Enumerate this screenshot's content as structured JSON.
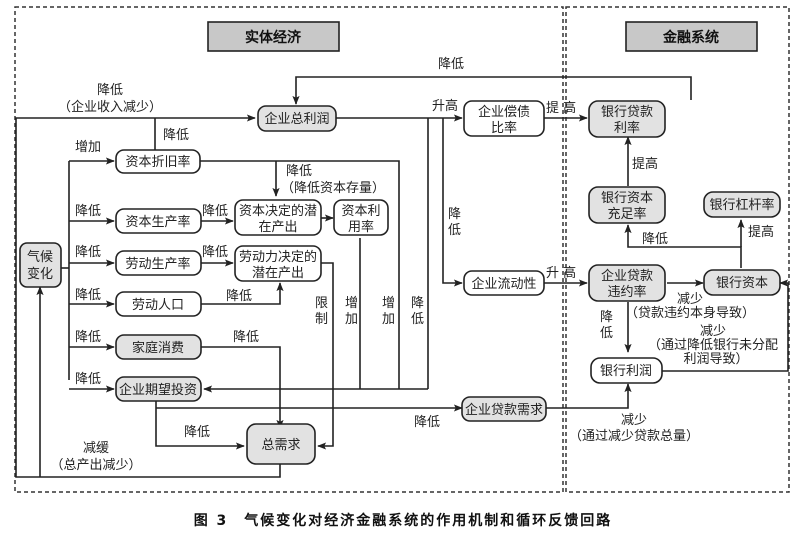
{
  "sections": {
    "real_economy": "实体经济",
    "financial_system": "金融系统"
  },
  "nodes": {
    "climate_change": [
      "气候",
      "变化"
    ],
    "total_profit": "企业总利润",
    "depreciation": "资本折旧率",
    "capital_productivity": "资本生产率",
    "capital_potential_output": [
      "资本决定的潜",
      "在产出"
    ],
    "capital_utilization": [
      "资本利",
      "用率"
    ],
    "labor_productivity": "劳动生产率",
    "labor_potential_output": [
      "劳动力决定的",
      "潜在产出"
    ],
    "labor_population": "劳动人口",
    "household_consumption": "家庭消费",
    "expected_investment": "企业期望投资",
    "aggregate_demand": "总需求",
    "debt_ratio": [
      "企业偿债",
      "比率"
    ],
    "liquidity": "企业流动性",
    "loan_demand": "企业贷款需求",
    "bank_loan_rate": [
      "银行贷款",
      "利率"
    ],
    "capital_adequacy": [
      "银行资本",
      "充足率"
    ],
    "bank_leverage": "银行杠杆率",
    "default_rate": [
      "企业贷款",
      "违约率"
    ],
    "bank_capital": "银行资本",
    "bank_profit": "银行利润"
  },
  "edge_labels": {
    "income_drop": [
      "降低",
      "（企业收入减少）"
    ],
    "loan_rate_to_profit": "降低",
    "profit_to_depreciation": "降低",
    "climate_to_depreciation": "增加",
    "climate_to_capital_prod": "降低",
    "climate_to_labor_prod": "降低",
    "climate_to_labor_pop": "降低",
    "climate_to_household": "降低",
    "climate_to_investment": "降低",
    "capital_stock": [
      "降低",
      "（降低资本存量）"
    ],
    "capital_prod_to_output": "降低",
    "labor_prod_to_output": "降低",
    "labor_pop_to_output": "降低",
    "household_to_demand": "降低",
    "limit": [
      "限",
      "制"
    ],
    "increase1": [
      "增",
      "加"
    ],
    "increase2": [
      "增",
      "加"
    ],
    "decrease_v": [
      "降",
      "低"
    ],
    "rise1": "升高",
    "rise_liquidity": [
      "降",
      "低"
    ],
    "raise_rate": "提 高",
    "rise2": "升 高",
    "investment_to_demand": "降低",
    "investment_to_loan": "降低",
    "slowdown": [
      "减缓",
      "（总产出减少）"
    ],
    "adequacy_to_rate": "提高",
    "capital_to_adequacy": "降低",
    "capital_to_leverage": "提高",
    "default_to_capital": [
      "减少",
      "（贷款违约本身导致）"
    ],
    "default_to_profit": [
      "降",
      "低"
    ],
    "profit_to_capital": [
      "减少",
      "（通过降低银行未分配",
      "利润导致）"
    ],
    "loan_to_profit": [
      "减少",
      "（通过减少贷款总量）"
    ]
  },
  "caption": "图 3　气候变化对经济金融系统的作用机制和循环反馈回路"
}
